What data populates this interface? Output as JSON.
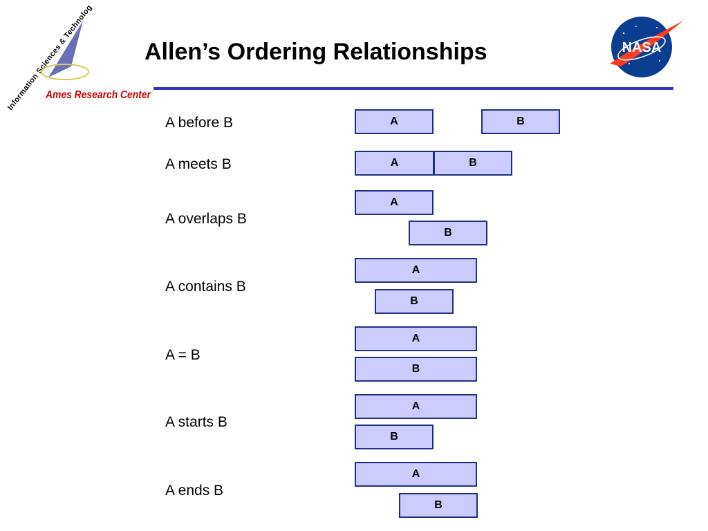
{
  "slide": {
    "title": "Allen’s Ordering Relationships"
  },
  "logos": {
    "ames_arc_text": "Information Sciences & Technology",
    "ames_name": "Ames Research Center",
    "nasa_text": "NASA"
  },
  "colors": {
    "rule": "#3333cc",
    "box_fill": "#ccccff",
    "box_border": "#203080",
    "ames_red": "#cc0000",
    "nasa_blue": "#0b3d91",
    "nasa_red": "#fc3d21"
  },
  "relations": [
    {
      "label": "A before B",
      "interval_a": "A",
      "interval_b": "B"
    },
    {
      "label": "A meets B",
      "interval_a": "A",
      "interval_b": "B"
    },
    {
      "label": "A overlaps B",
      "interval_a": "A",
      "interval_b": "B"
    },
    {
      "label": "A contains B",
      "interval_a": "A",
      "interval_b": "B"
    },
    {
      "label": "A = B",
      "interval_a": "A",
      "interval_b": "B"
    },
    {
      "label": "A starts B",
      "interval_a": "A",
      "interval_b": "B"
    },
    {
      "label": "A ends B",
      "interval_a": "A",
      "interval_b": "B"
    }
  ]
}
